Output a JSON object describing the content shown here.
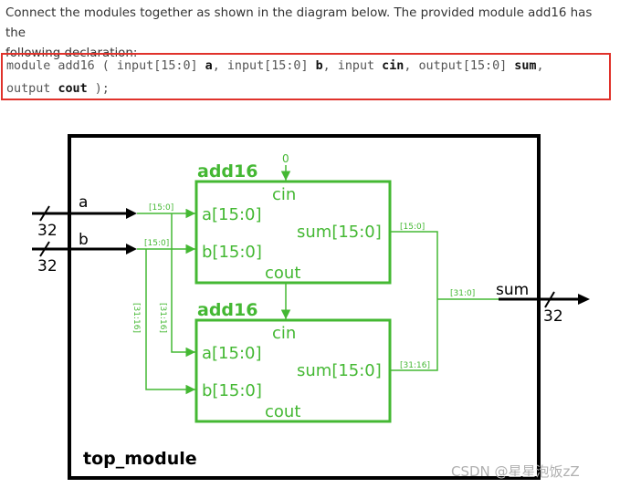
{
  "intro": {
    "line1": "Connect the modules together as shown in the diagram below. The provided module add16 has the",
    "line2": "following declaration:"
  },
  "declaration": {
    "l1_a": "module add16 ( input[15:0] ",
    "l1_b": "a",
    "l1_c": ", input[15:0] ",
    "l1_d": "b",
    "l1_e": ", input ",
    "l1_f": "cin",
    "l1_g": ", output[15:0] ",
    "l1_h": "sum",
    "l1_i": ",",
    "l2_a": "output ",
    "l2_b": "cout",
    "l2_c": " );"
  },
  "diagram": {
    "top_module": "top_module",
    "upper": {
      "name": "add16",
      "cin": "cin",
      "a": "a[15:0]",
      "b": "b[15:0]",
      "sum": "sum[15:0]",
      "cout": "cout",
      "cin_value": "0"
    },
    "lower": {
      "name": "add16",
      "cin": "cin",
      "a": "a[15:0]",
      "b": "b[15:0]",
      "sum": "sum[15:0]",
      "cout": "cout"
    },
    "inputs": {
      "a": "a",
      "b": "b",
      "width_a": "32",
      "width_b": "32"
    },
    "output": {
      "name": "sum",
      "width": "32"
    },
    "slices": {
      "a_low": "[15:0]",
      "b_low": "[15:0]",
      "a_high": "[31:16]",
      "b_high": "[31:16]",
      "sum_low": "[15:0]",
      "sum_high": "[31:16]",
      "sum_all": "[31:0]"
    }
  },
  "colors": {
    "green": "#44b833",
    "black": "#000000",
    "highlight": "#e0322b"
  },
  "watermark": "CSDN @星星泡饭zZ"
}
